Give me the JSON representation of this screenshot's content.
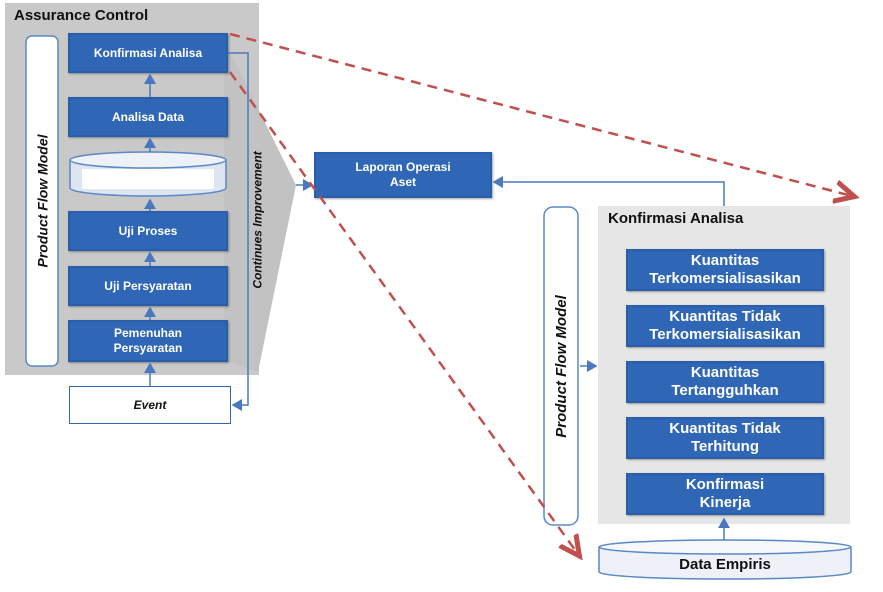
{
  "left_panel": {
    "title": "Assurance Control",
    "side_label": "Product Flow Model",
    "steps": [
      "Konfirmasi Analisa",
      "Analisa Data",
      "",
      "Uji Proses",
      "Uji Persyaratan",
      [
        "Pemenuhan",
        "Persyaratan"
      ]
    ],
    "event": "Event",
    "continues_label": "Continues Improvement"
  },
  "center": {
    "report_line1": "Laporan Operasi",
    "report_line2": "Aset"
  },
  "right_panel": {
    "title": "Konfirmasi Analisa",
    "side_label": "Product Flow Model",
    "items": [
      [
        "Kuantitas",
        "Terkomersialisasikan"
      ],
      [
        "Kuantitas Tidak",
        "Terkomersialisasikan"
      ],
      [
        "Kuantitas",
        "Tertangguhkan"
      ],
      [
        "Kuantitas Tidak",
        "Terhitung"
      ],
      [
        "Konfirmasi",
        "Kinerja"
      ]
    ],
    "data_source": "Data Empiris"
  },
  "colors": {
    "box_blue": "#2f67b6",
    "panel_gray": "#c9c9c9",
    "dashed_red": "#c0504d"
  }
}
